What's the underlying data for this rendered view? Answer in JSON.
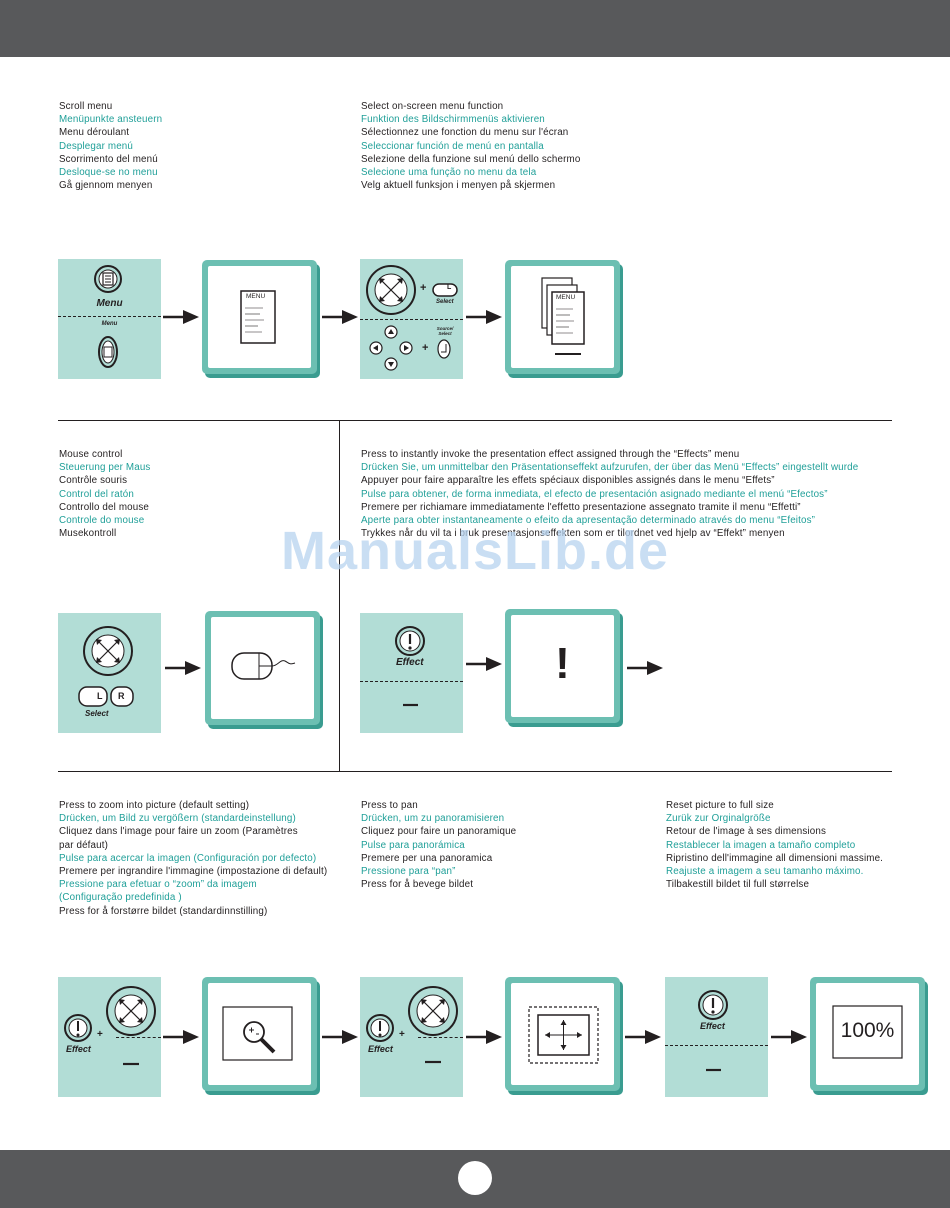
{
  "section1": {
    "left": [
      "Scroll menu",
      "Menüpunkte ansteuern",
      "Menu déroulant",
      "Desplegar menú",
      "Scorrimento del menú",
      "Desloque-se no menu",
      "Gå gjennom menyen"
    ],
    "right": [
      "Select on-screen menu function",
      "Funktion des Bildschirmmenüs aktivieren",
      "Sélectionnez une fonction du menu sur l'écran",
      "Seleccionar función de menú en pantalla",
      "Selezione della funzione sul menú dello schermo",
      "Selecione uma função no menu da tela",
      "Velg aktuell funksjon i menyen på skjermen"
    ],
    "labels": {
      "menu_big": "Menu",
      "menu_small": "Menu",
      "screen_menu": "MENU",
      "plus": "+",
      "select": "Select",
      "source_select": "Source/ Select",
      "l": "L",
      "screen_menu2": "MENU"
    }
  },
  "section2": {
    "left": [
      "Mouse control",
      "Steuerung per Maus",
      "Contrôle souris",
      "Control del ratón",
      "Controllo del mouse",
      "Controle do mouse",
      "Musekontroll"
    ],
    "right": [
      "Press to instantly invoke the presentation effect assigned through the “Effects” menu",
      "Drücken Sie, um unmittelbar den Präsentationseffekt aufzurufen, der über das Menü “Effects” eingestellt wurde",
      "Appuyer pour faire apparaître les effets spéciaux disponibles assignés dans le menu “Effets”",
      "Pulse para obtener, de forma inmediata, el efecto de presentación asignado mediante el menú “Efectos”",
      "Premere per richiamare immediatamente l'effetto presentazione assegnato tramite il menu “Effetti”",
      "Aperte para obter instantaneamente o efeito da apresentação determinado através do menu “Efeitos”",
      "Trykkes når du vil ta i bruk presentasjonseffekten som er tilordnet ved hjelp av “Effekt” menyen"
    ],
    "labels": {
      "l": "L",
      "r": "R",
      "select": "Select",
      "effect": "Effect",
      "exclaim": "!"
    }
  },
  "section3": {
    "col1": [
      "Press to zoom into picture (default setting)",
      "Drücken, um Bild zu vergößern (standardeinstellung)",
      "Cliquez dans l'image pour faire un zoom (Paramètres",
      "par défaut)",
      "Pulse para acercar la imagen (Configuración por defecto)",
      "Premere per ingrandire l'immagine (impostazione di default)",
      "Pressione para efetuar o “zoom” da imagem",
      "(Configuração predefinida )",
      "Press for å forstørre bildet (standardinnstilling)"
    ],
    "col2": [
      "Press to pan",
      "Drücken, um zu panoramisieren",
      "Cliquez pour faire un panoramique",
      "Pulse para panorámica",
      "Premere per una panoramica",
      "Pressione para “pan”",
      "Press for å bevege bildet"
    ],
    "col3": [
      "Reset picture to full size",
      "Zurük zur Orginalgröße",
      "Retour de l'image à ses dimensions",
      "Restablecer la imagen a tamaño completo",
      "Ripristino dell'immagine all dimensioni massime.",
      "Reajuste a imagem a seu tamanho máximo.",
      "Tilbakestill bildet til full størrelse"
    ],
    "labels": {
      "effect": "Effect",
      "plus": "+",
      "percent": "100%"
    }
  },
  "watermark": "ManualsLib.de",
  "colors": {
    "teal_text": "#1f9f98",
    "panel": "#b2ddd6",
    "screen_frame": "#6cbfb2",
    "bar": "#58595b"
  }
}
